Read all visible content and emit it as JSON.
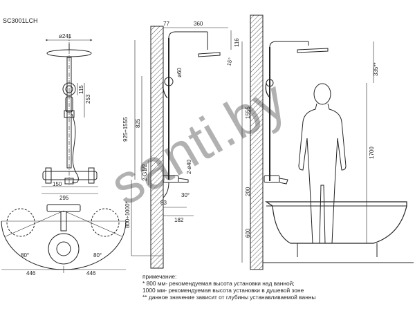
{
  "model_code": "SC3001LCH",
  "front": {
    "d_head": "ø241",
    "d_hand_span": "115",
    "d_hand_total": "253",
    "d_spout": "150",
    "d_mixer": "295"
  },
  "top": {
    "left_width": "446",
    "right_width": "446",
    "angle_left": "80°",
    "angle_right": "80°"
  },
  "side": {
    "d_wall_offset": "77",
    "d_arm_length": "360",
    "d_head_drop": "116",
    "d_tilt": "15°",
    "d_holder": "ø60",
    "d_range": "925÷1555",
    "d_rail": "825",
    "d_connect": "2-G1/2",
    "d_pipe": "2-ø40",
    "d_install": "800÷1000*",
    "d_spout_offset": "83",
    "d_spout_angle": "30°",
    "d_spout_length": "182"
  },
  "bath": {
    "d_head_top": "335**",
    "d_total": "1555",
    "d_person": "1700",
    "d_mixer": "200",
    "d_floor": "600"
  },
  "notes": {
    "title": "примечание:",
    "line1": "*  800 мм- рекомендуемая высота установки над ванной;",
    "line2": "   1000 мм- рекомендуемая высота установки в душевой зоне",
    "line3": "** данное значение зависит от глубины устанавливаемой ванны"
  },
  "watermark": "santi.by"
}
